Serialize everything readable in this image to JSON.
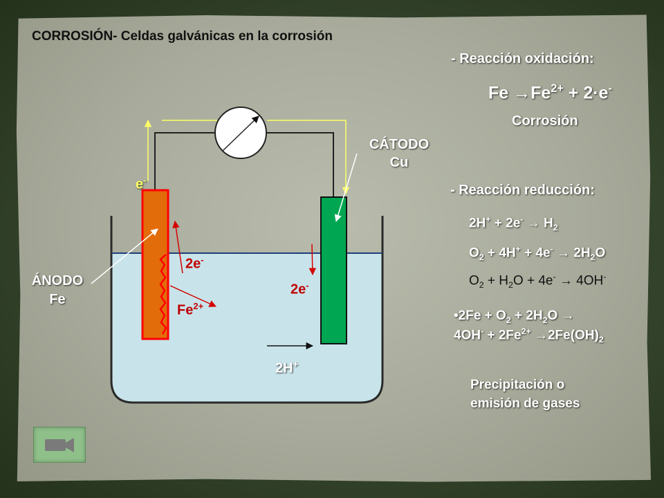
{
  "title": "CORROSIÓN- Celdas galvánicas en la corrosión",
  "oxidation": {
    "heading": "- Reacción oxidación:",
    "equation": "Fe →Fe2+ + 2·e-",
    "label": "Corrosión"
  },
  "reduction": {
    "heading": "- Reacción reducción:",
    "eq1": "2H+ + 2e- → H2",
    "eq2": "O2 + 4H+ + 4e- → 2H2O",
    "eq3": "O2 + H2O + 4e- → 4OH-",
    "eq4_line1": "•2Fe + O2 + 2H2O →",
    "eq4_line2": "4OH- + 2Fe2+ →2Fe(OH)2"
  },
  "note": {
    "line1": "Precipitación o",
    "line2": "emisión de gases"
  },
  "cathode": {
    "line1": "CÁTODO",
    "line2": "Cu"
  },
  "anode": {
    "line1": "ÁNODO",
    "line2": "Fe"
  },
  "labels": {
    "electron_wire": "e-",
    "electrons_anode": "2e-",
    "iron_ion": "Fe2+",
    "electrons_cathode": "2e-",
    "hydrogen_ions": "2H+"
  },
  "colors": {
    "anode": "#e36c0a",
    "cathode": "#00a651",
    "corrosion": "#ff0000",
    "electrolyte": "#c8e4ea",
    "wire_arrow": "#ffff66"
  },
  "icons": {
    "video_button": "video-camera-icon"
  }
}
